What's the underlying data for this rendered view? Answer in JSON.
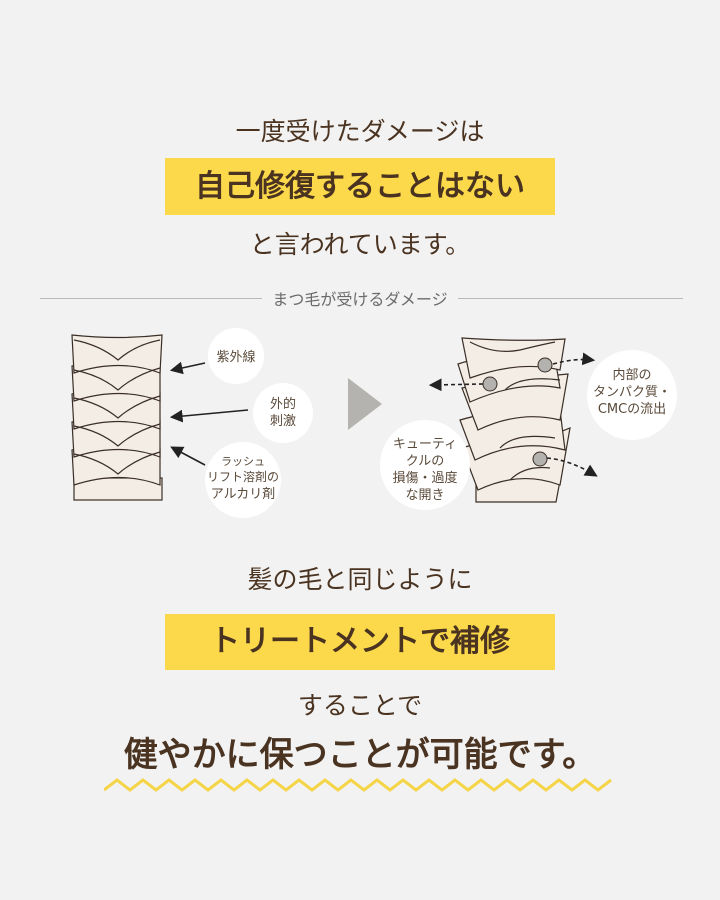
{
  "headline": {
    "line1": "一度受けたダメージは",
    "highlight": "自己修復することはない",
    "line2": "と言われています。"
  },
  "section_label": "まつ毛が受けるダメージ",
  "diagram": {
    "causes": [
      "紫外線",
      "外的\n刺激",
      "ラッシュ\nリフト溶剤の\nアルカリ剤"
    ],
    "cause_lines": {
      "uv": "紫外線",
      "external_1": "外的",
      "external_2": "刺激",
      "alkali_1": "ラッシュ",
      "alkali_2": "リフト溶剤の",
      "alkali_3": "アルカリ剤"
    },
    "effects": {
      "protein_1": "内部の",
      "protein_2": "タンパク質・",
      "protein_3": "CMCの流出",
      "cuticle_1": "キューティ",
      "cuticle_2": "クルの",
      "cuticle_3": "損傷・過度",
      "cuticle_4": "な開き"
    }
  },
  "closing": {
    "line1": "髪の毛と同じように",
    "highlight": "トリートメントで補修",
    "line2": "することで",
    "line3": "健やかに保つことが可能です。"
  },
  "colors": {
    "background": "#f2f2f2",
    "text": "#4a3320",
    "accent": "#fcd94a",
    "hair": "#f3ede6"
  }
}
